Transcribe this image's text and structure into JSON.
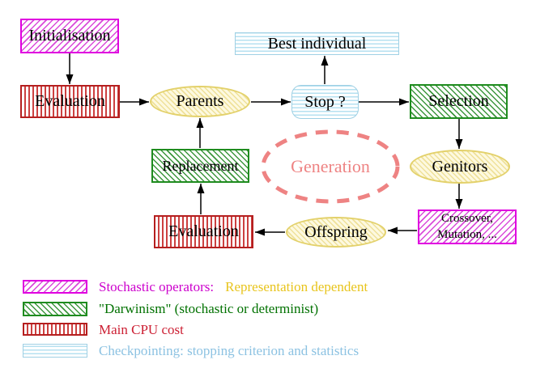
{
  "diagram": {
    "nodes": {
      "initialisation": {
        "label": "Initialisation"
      },
      "evaluation_top": {
        "label": "Evaluation"
      },
      "parents": {
        "label": "Parents"
      },
      "best_individual": {
        "label": "Best individual"
      },
      "stop": {
        "label": "Stop ?"
      },
      "selection": {
        "label": "Selection"
      },
      "replacement": {
        "label": "Replacement"
      },
      "generation": {
        "label": "Generation"
      },
      "genitors": {
        "label": "Genitors"
      },
      "crossover": {
        "line1": "Crossover,",
        "line2": "Mutation, ..."
      },
      "offspring": {
        "label": "Offspring"
      },
      "evaluation_bottom": {
        "label": "Evaluation"
      }
    }
  },
  "legend": {
    "items": [
      {
        "swatch": "magenta-diagonal-hatch",
        "text": "Stochastic operators:",
        "text2": "Representation dependent"
      },
      {
        "swatch": "green-diagonal-hatch",
        "text": "\"Darwinism\" (stochastic or determinist)"
      },
      {
        "swatch": "red-vertical-stripes",
        "text": "Main CPU cost"
      },
      {
        "swatch": "cyan-horizontal-stripes",
        "text": "Checkpointing: stopping criterion and statistics"
      }
    ]
  },
  "palette": {
    "magenta-border": "#e000e0",
    "magenta-hatch": "#da4ada",
    "magenta-text": "#cc00cc",
    "gold-text": "#e8c41c",
    "green-border": "#1f8c1f",
    "green-hatch": "#3d963d",
    "green-text": "#007100",
    "red-border": "#b51f1f",
    "red-stripe": "#cc4040",
    "red-text": "#cc1f33",
    "cyan-border": "#9fd0e4",
    "cyan-stripe": "#b5e0f0",
    "cyan-text": "#8cc2e2",
    "yellow-border": "#e3d16b",
    "yellow-hatch": "#efe19a",
    "yellow-bg": "#fdf9e0",
    "coral": "#ee8383",
    "arrow": "#000000"
  }
}
